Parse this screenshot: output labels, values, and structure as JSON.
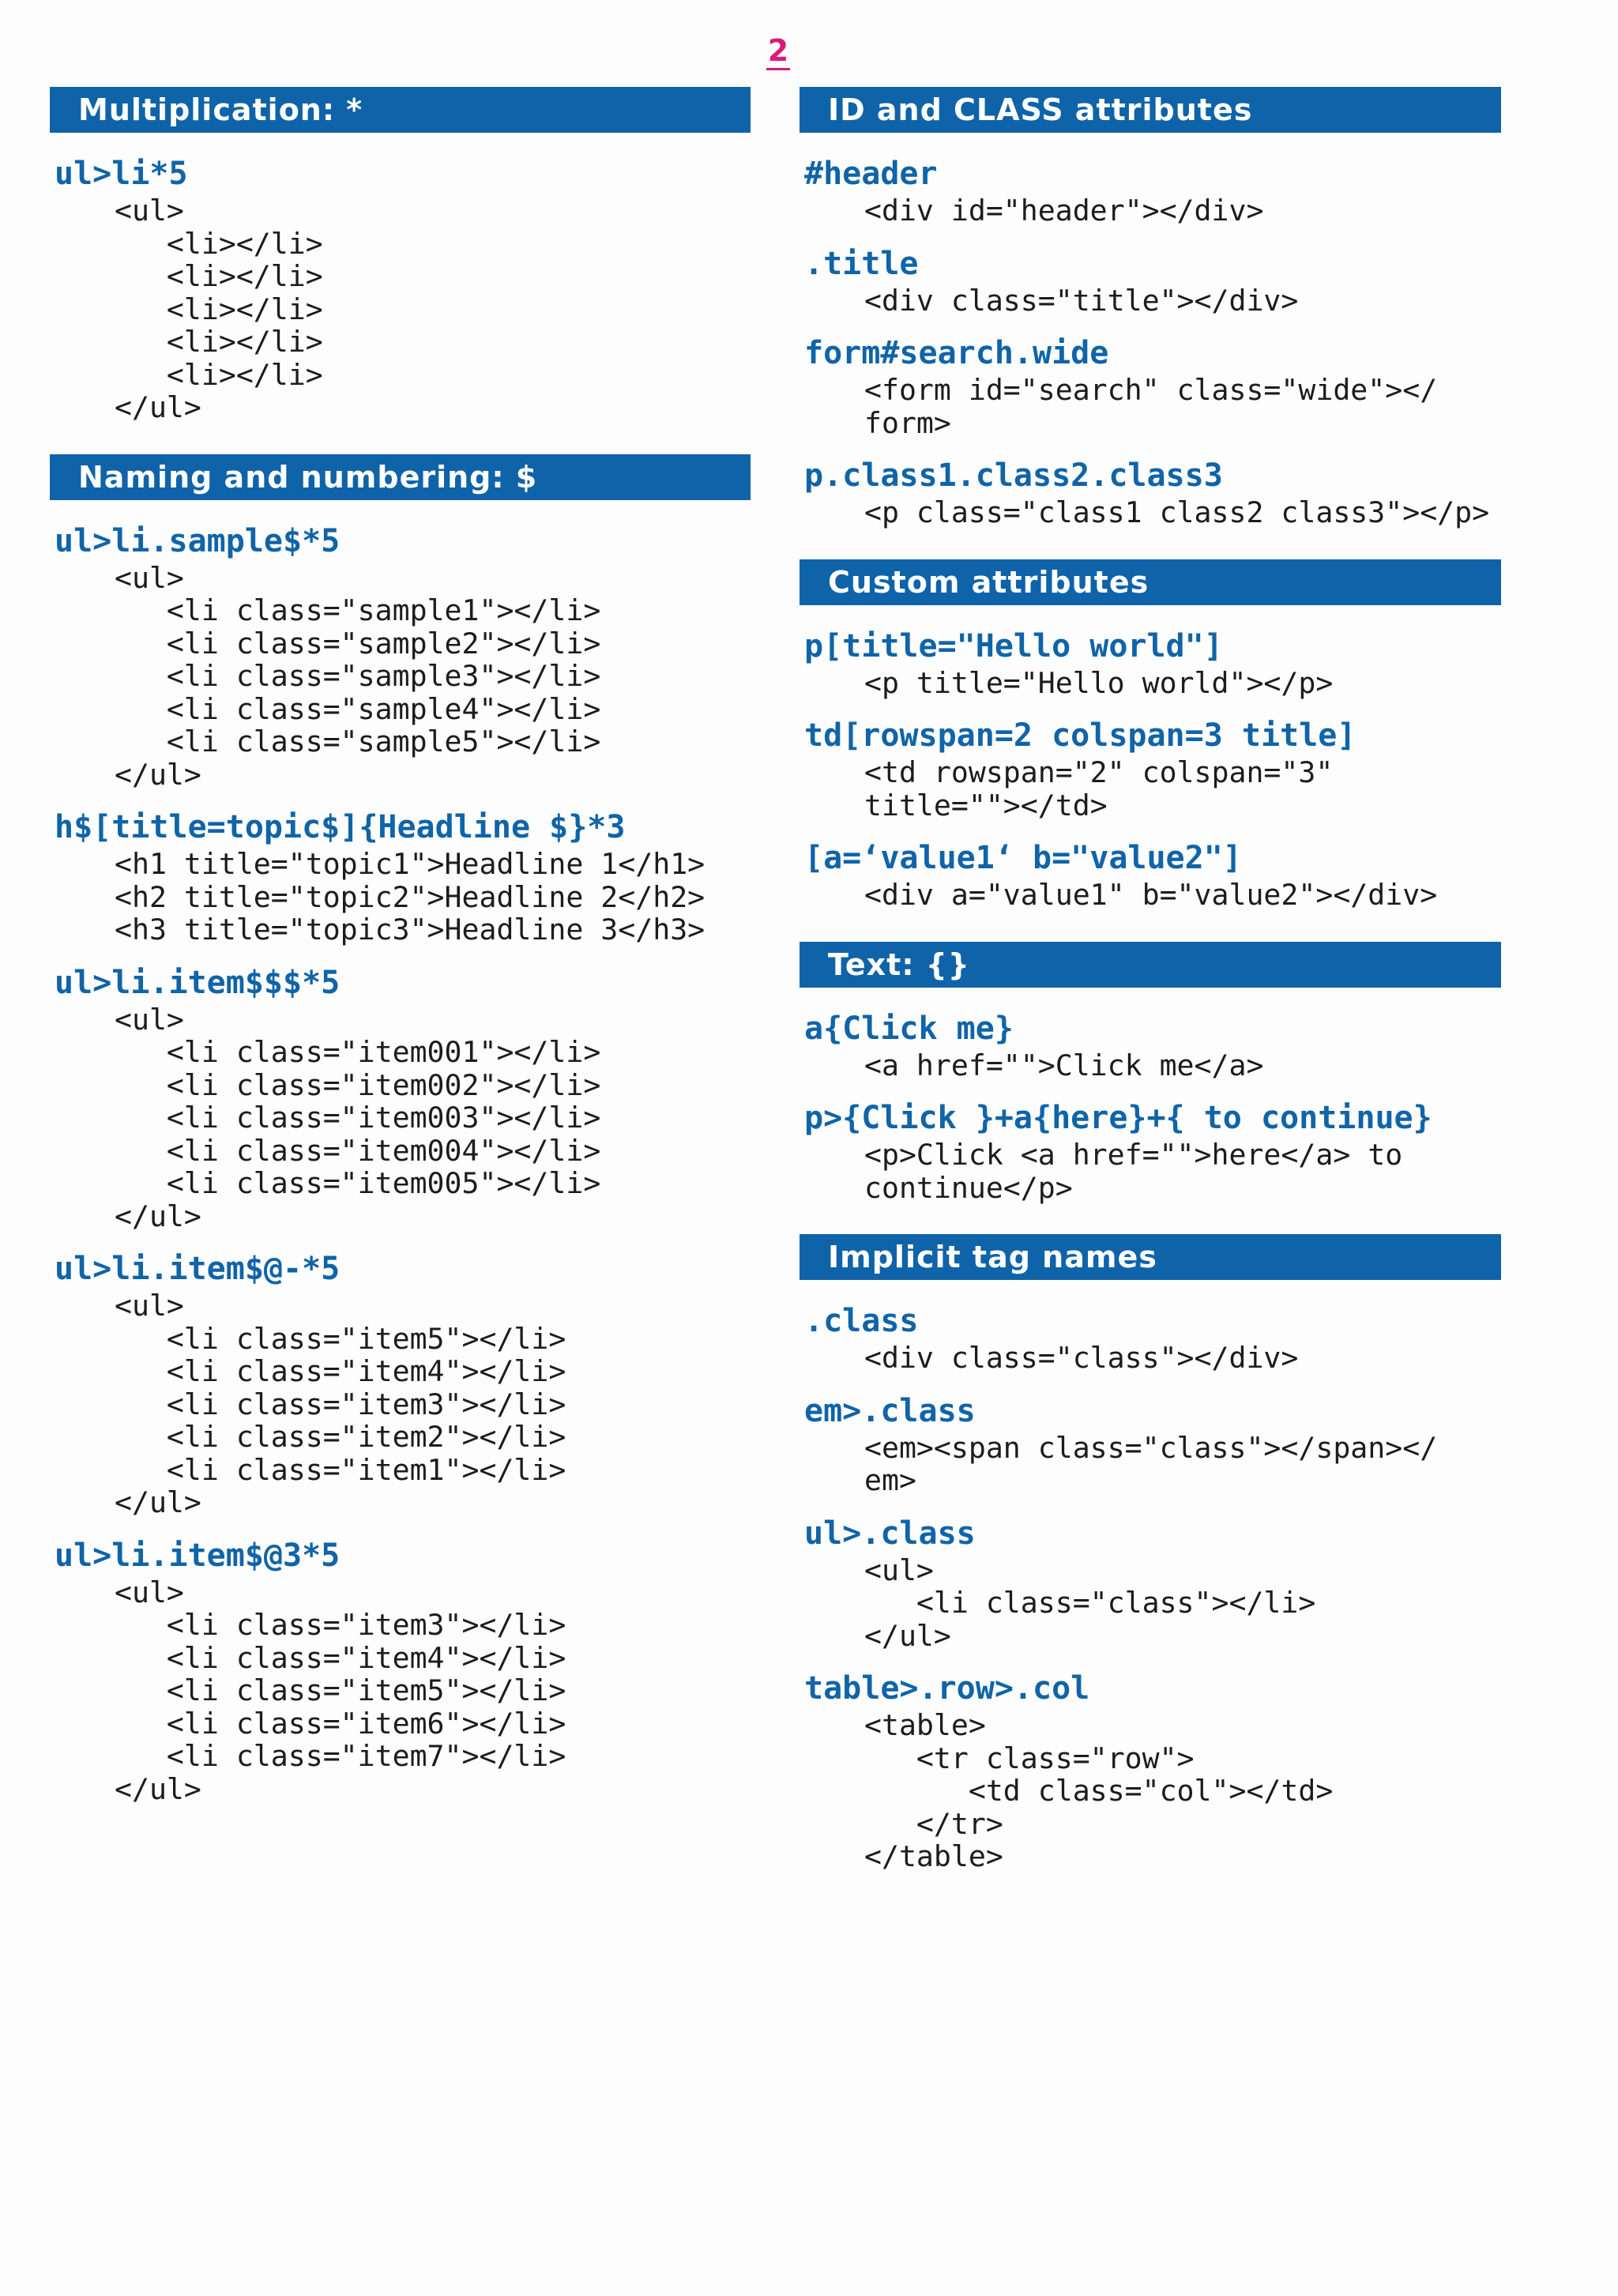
{
  "page_number": "2",
  "left_column": [
    {
      "title": "Multiplication: *",
      "entries": [
        {
          "abbr": "ul>li*5",
          "code": "<ul>\n   <li></li>\n   <li></li>\n   <li></li>\n   <li></li>\n   <li></li>\n</ul>"
        }
      ]
    },
    {
      "title": "Naming and numbering: $",
      "entries": [
        {
          "abbr": "ul>li.sample$*5",
          "code": "<ul>\n   <li class=\"sample1\"></li>\n   <li class=\"sample2\"></li>\n   <li class=\"sample3\"></li>\n   <li class=\"sample4\"></li>\n   <li class=\"sample5\"></li>\n</ul>"
        },
        {
          "abbr": "h$[title=topic$]{Headline $}*3",
          "code": "<h1 title=\"topic1\">Headline 1</h1>\n<h2 title=\"topic2\">Headline 2</h2>\n<h3 title=\"topic3\">Headline 3</h3>"
        },
        {
          "abbr": "ul>li.item$$$*5",
          "code": "<ul>\n   <li class=\"item001\"></li>\n   <li class=\"item002\"></li>\n   <li class=\"item003\"></li>\n   <li class=\"item004\"></li>\n   <li class=\"item005\"></li>\n</ul>"
        },
        {
          "abbr": "ul>li.item$@-*5",
          "code": "<ul>\n   <li class=\"item5\"></li>\n   <li class=\"item4\"></li>\n   <li class=\"item3\"></li>\n   <li class=\"item2\"></li>\n   <li class=\"item1\"></li>\n</ul>"
        },
        {
          "abbr": "ul>li.item$@3*5",
          "code": "<ul>\n   <li class=\"item3\"></li>\n   <li class=\"item4\"></li>\n   <li class=\"item5\"></li>\n   <li class=\"item6\"></li>\n   <li class=\"item7\"></li>\n</ul>"
        }
      ]
    }
  ],
  "right_column": [
    {
      "title": "ID and CLASS attributes",
      "entries": [
        {
          "abbr": "#header",
          "code": "<div id=\"header\"></div>"
        },
        {
          "abbr": ".title",
          "code": "<div class=\"title\"></div>"
        },
        {
          "abbr": "form#search.wide",
          "code": "<form id=\"search\" class=\"wide\"></\nform>"
        },
        {
          "abbr": "p.class1.class2.class3",
          "code": "<p class=\"class1 class2 class3\"></p>"
        }
      ]
    },
    {
      "title": "Custom attributes",
      "entries": [
        {
          "abbr": "p[title=\"Hello world\"]",
          "code": "<p title=\"Hello world\"></p>"
        },
        {
          "abbr": "td[rowspan=2 colspan=3 title]",
          "code": "<td rowspan=\"2\" colspan=\"3\"\ntitle=\"\"></td>"
        },
        {
          "abbr": "[a=‘value1‘ b=\"value2\"]",
          "code": "<div a=\"value1\" b=\"value2\"></div>"
        }
      ]
    },
    {
      "title": "Text: {}",
      "entries": [
        {
          "abbr": "a{Click me}",
          "code": "<a href=\"\">Click me</a>"
        },
        {
          "abbr": "p>{Click }+a{here}+{ to continue}",
          "code": "<p>Click <a href=\"\">here</a> to\ncontinue</p>"
        }
      ]
    },
    {
      "title": "Implicit tag names",
      "entries": [
        {
          "abbr": ".class",
          "code": "<div class=\"class\"></div>"
        },
        {
          "abbr": "em>.class",
          "code": "<em><span class=\"class\"></span></\nem>"
        },
        {
          "abbr": "ul>.class",
          "code": "<ul>\n   <li class=\"class\"></li>\n</ul>"
        },
        {
          "abbr": "table>.row>.col",
          "code": "<table>\n   <tr class=\"row\">\n      <td class=\"col\"></td>\n   </tr>\n</table>"
        }
      ]
    }
  ],
  "colors": {
    "header_bg": "#0f63a8",
    "abbr_text": "#1064a8",
    "page_number": "#d81b7a"
  }
}
